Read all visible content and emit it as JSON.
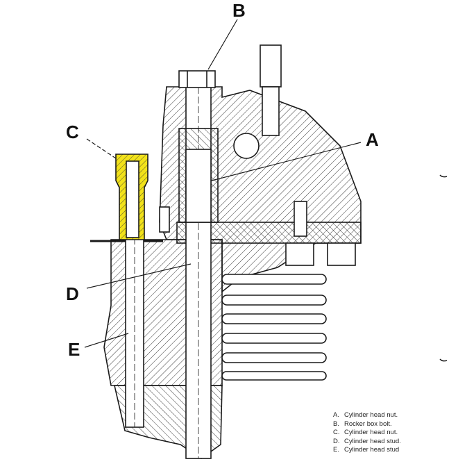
{
  "callouts": {
    "A": "A",
    "B": "B",
    "C": "C",
    "D": "D",
    "E": "E"
  },
  "legend": [
    {
      "key": "A.",
      "text": "Cylinder head nut."
    },
    {
      "key": "B.",
      "text": "Rocker box bolt."
    },
    {
      "key": "C.",
      "text": "Cylinder head nut."
    },
    {
      "key": "D.",
      "text": "Cylinder head stud."
    },
    {
      "key": "E.",
      "text": "Cylinder head stud"
    }
  ],
  "colors": {
    "highlight": "#f2e21a",
    "line": "#1a1a1a"
  }
}
